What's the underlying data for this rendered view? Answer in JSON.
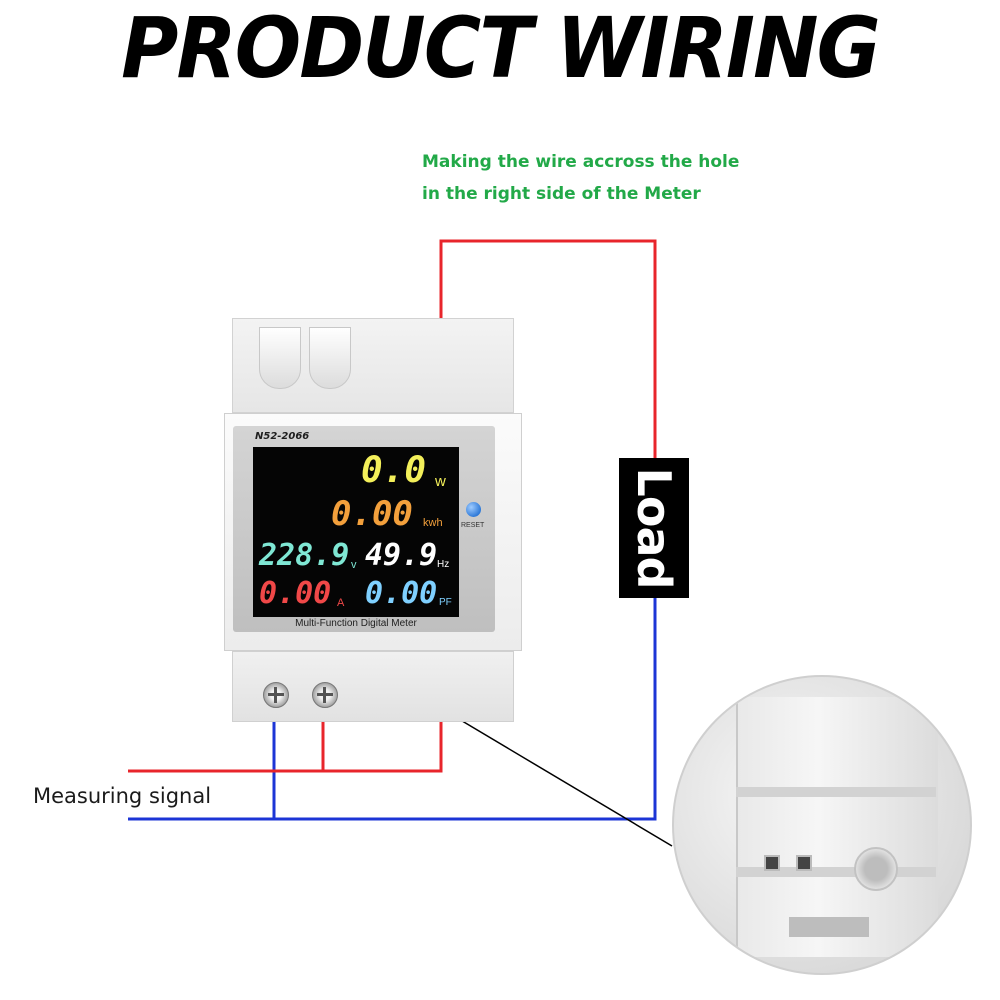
{
  "title": "PRODUCT WIRING",
  "note": {
    "line1": "Making the wire accross the hole",
    "line2": "in the right side of the Meter"
  },
  "measuring_label": "Measuring signal",
  "load_label": "Load",
  "meter": {
    "model": "N52-2066",
    "caption": "Multi-Function Digital Meter",
    "reset_label": "RESET",
    "display": {
      "power": {
        "value": "0.0",
        "unit": "w",
        "color": "#f3ef5a"
      },
      "energy": {
        "value": "0.00",
        "unit": "kwh",
        "color": "#f3a03c"
      },
      "voltage": {
        "value": "228.9",
        "unit": "v",
        "color": "#7fe7d4"
      },
      "frequency": {
        "value": "49.9",
        "unit": "Hz",
        "color": "#ffffff"
      },
      "current": {
        "value": "0.00",
        "unit": "A",
        "color": "#f04848"
      },
      "power_factor": {
        "value": "0.00",
        "unit": "PF",
        "color": "#7fd0ff"
      }
    }
  },
  "colors": {
    "live_wire": "#e8252b",
    "neutral_wire": "#1c35d6",
    "note_text": "#22a948",
    "pointer_dot": "#d11f1f"
  }
}
